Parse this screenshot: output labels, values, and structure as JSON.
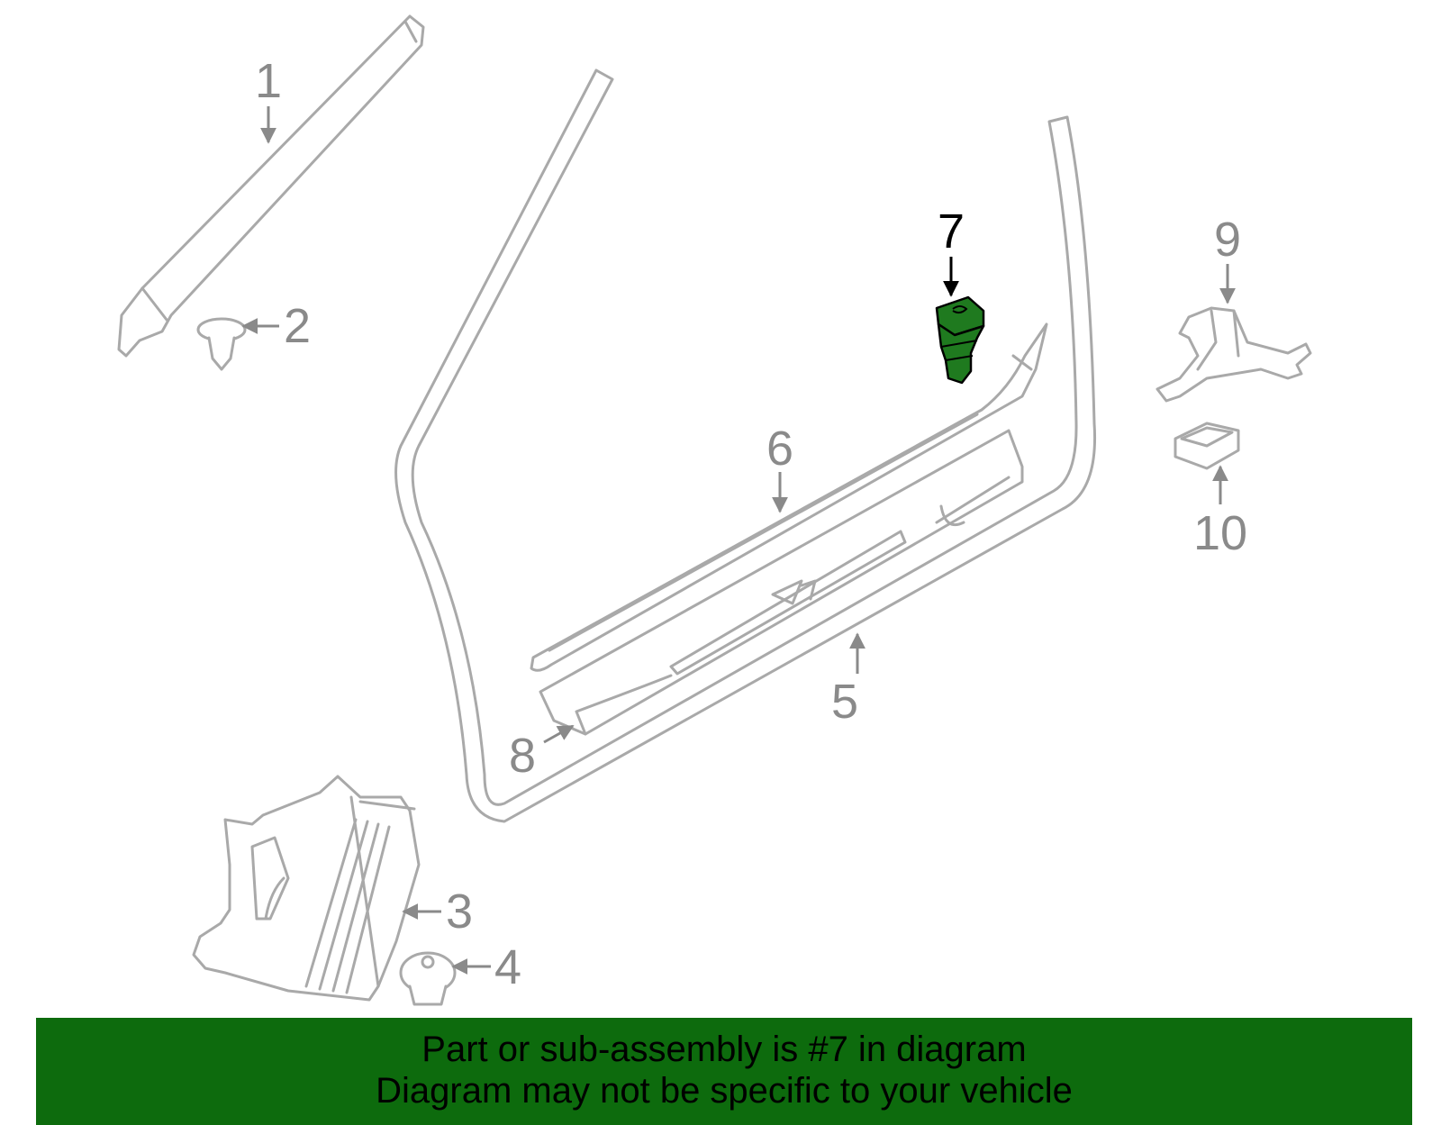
{
  "callouts": {
    "c1": "1",
    "c2": "2",
    "c3": "3",
    "c4": "4",
    "c5": "5",
    "c6": "6",
    "c7": "7",
    "c8": "8",
    "c9": "9",
    "c10": "10"
  },
  "highlighted_part": "7",
  "colors": {
    "highlight_fill": "#1f7a1f",
    "banner_background": "#0d6b0d",
    "part_outline": "#a9a9a9",
    "callout_text": "#8a8a8a"
  },
  "banner": {
    "line1": "Part or sub-assembly is #7 in diagram",
    "line2": "Diagram may not be specific to your vehicle"
  }
}
